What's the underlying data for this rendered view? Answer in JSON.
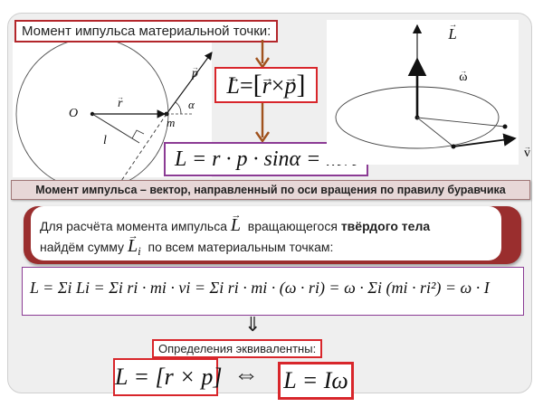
{
  "title": "Момент импульса материальной точки:",
  "left_diagram": {
    "labels": {
      "origin": "O",
      "radius": "r",
      "momentum": "p",
      "angle": "α",
      "mass": "m",
      "arm": "l"
    }
  },
  "right_diagram": {
    "labels": {
      "angular_momentum": "L",
      "angular_velocity": "ω",
      "velocity": "v"
    }
  },
  "formulas": {
    "cross_product": {
      "lhs": "L",
      "eq": "=",
      "lb": "[",
      "r": "r",
      "times": "×",
      "p": "p",
      "rb": "]"
    },
    "scalar": "L = r · p · sinα = mvl"
  },
  "banner": "Момент импульса – вектор, направленный по оси вращения по правилу буравчика",
  "callout": {
    "line1_prefix": "Для расчёта момента импульса",
    "line1_symbol": "L",
    "line1_mid": "вращающегося",
    "line1_bold": "твёрдого тела",
    "line2_prefix": "найдём сумму",
    "line2_symbol": "L",
    "line2_sub": "i",
    "line2_suffix": "по всем  материальным точкам:"
  },
  "sum_formula": "L = Σi Li = Σi ri · mi · vi = Σi ri · mi · (ω · ri) = ω · Σi (mi · ri²) = ω · I",
  "implies_arrow": "⇓",
  "equivalence": {
    "label": "Определения эквивалентны:",
    "left": "L = [r × p]",
    "arrow": "⇔",
    "right": "L = Iω"
  },
  "colors": {
    "red_border": "#d8262b",
    "dark_red_title": "#b3262b",
    "purple_border": "#8b3b94",
    "brown_arrow": "#a0521d",
    "callout_red": "#9a2e2e",
    "banner_bg": "#e7d7d7",
    "slide_bg": "#efefef"
  }
}
